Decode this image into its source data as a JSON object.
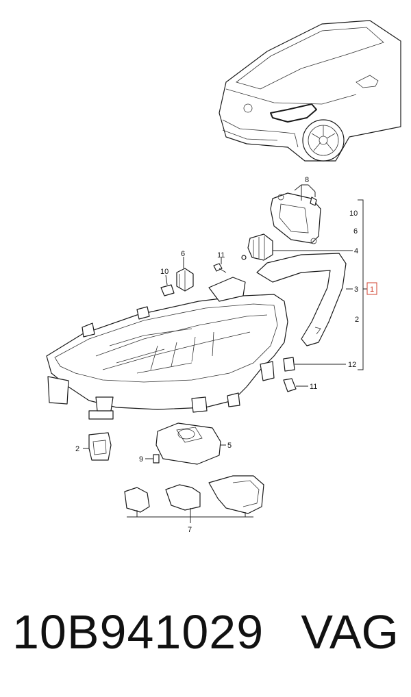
{
  "callouts": {
    "c1": "1",
    "c2_right": "2",
    "c2_left": "2",
    "c3": "3",
    "c4": "4",
    "c5": "5",
    "c6_top": "6",
    "c6_right": "6",
    "c7": "7",
    "c8": "8",
    "c9": "9",
    "c10_right": "10",
    "c10_left": "10",
    "c11_top": "11",
    "c11_right": "11",
    "c12": "12"
  },
  "footer": {
    "part_number": "10B941029",
    "brand": "VAG"
  },
  "colors": {
    "callout_highlight": "#d0402f",
    "line": "#222222"
  }
}
